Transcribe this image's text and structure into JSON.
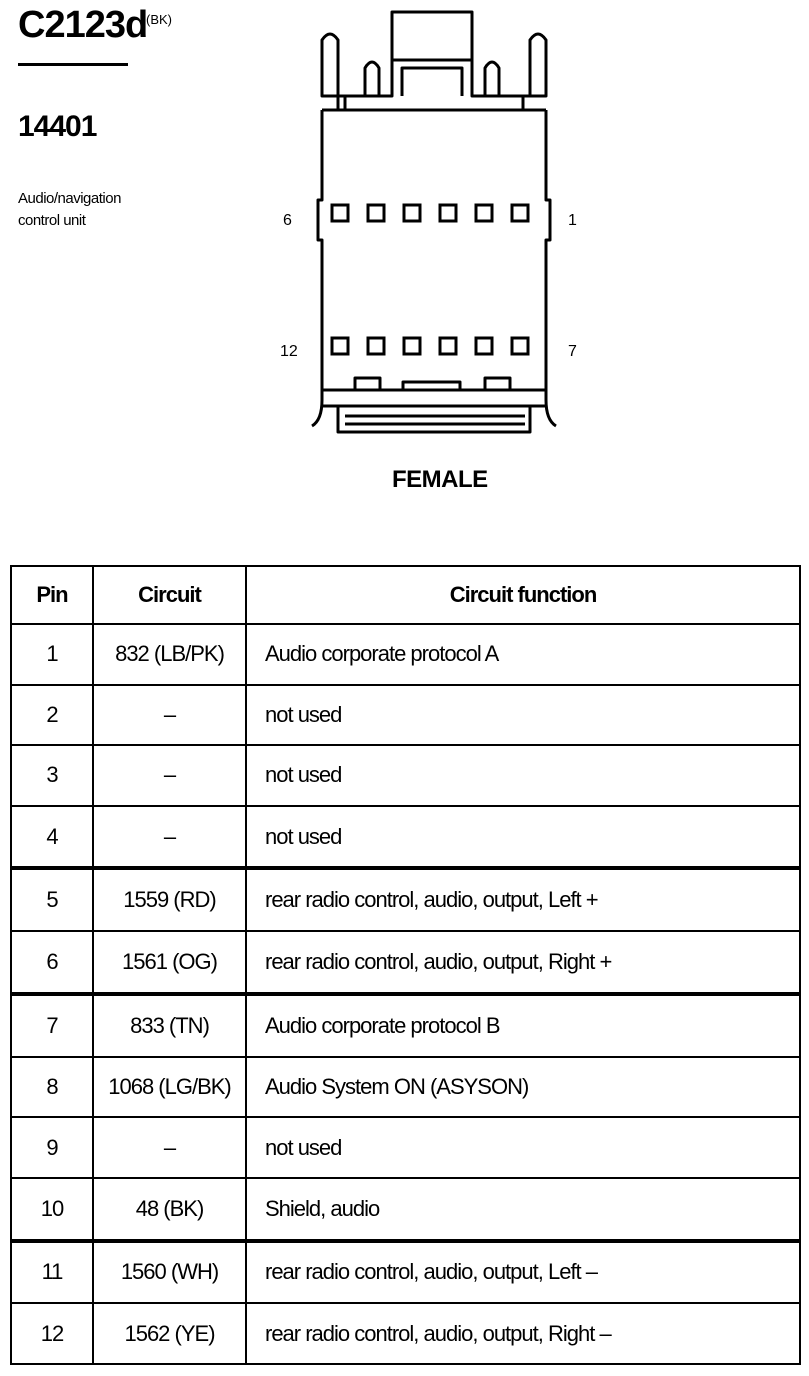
{
  "connector": {
    "id": "C2123d",
    "color_code": "(BK)",
    "part_number": "14401",
    "description": "Audio/navigation control unit",
    "gender": "FEMALE",
    "pin_labels": {
      "top_left": "6",
      "top_right": "1",
      "bottom_left": "12",
      "bottom_right": "7"
    }
  },
  "table": {
    "headers": {
      "pin": "Pin",
      "circuit": "Circuit",
      "function": "Circuit function"
    },
    "rows": [
      {
        "pin": "1",
        "circuit": "832 (LB/PK)",
        "function": "Audio corporate protocol A"
      },
      {
        "pin": "2",
        "circuit": "–",
        "function": "not used"
      },
      {
        "pin": "3",
        "circuit": "–",
        "function": "not used"
      },
      {
        "pin": "4",
        "circuit": "–",
        "function": "not used"
      },
      {
        "pin": "5",
        "circuit": "1559 (RD)",
        "function": "rear radio control, audio, output, Left +"
      },
      {
        "pin": "6",
        "circuit": "1561 (OG)",
        "function": "rear radio control, audio, output, Right +"
      },
      {
        "pin": "7",
        "circuit": "833 (TN)",
        "function": "Audio corporate protocol B"
      },
      {
        "pin": "8",
        "circuit": "1068 (LG/BK)",
        "function": "Audio System ON (ASYSON)"
      },
      {
        "pin": "9",
        "circuit": "–",
        "function": "not used"
      },
      {
        "pin": "10",
        "circuit": "48 (BK)",
        "function": "Shield, audio"
      },
      {
        "pin": "11",
        "circuit": "1560 (WH)",
        "function": "rear radio control, audio, output, Left –"
      },
      {
        "pin": "12",
        "circuit": "1562 (YE)",
        "function": "rear radio control, audio, output, Right –"
      }
    ]
  }
}
